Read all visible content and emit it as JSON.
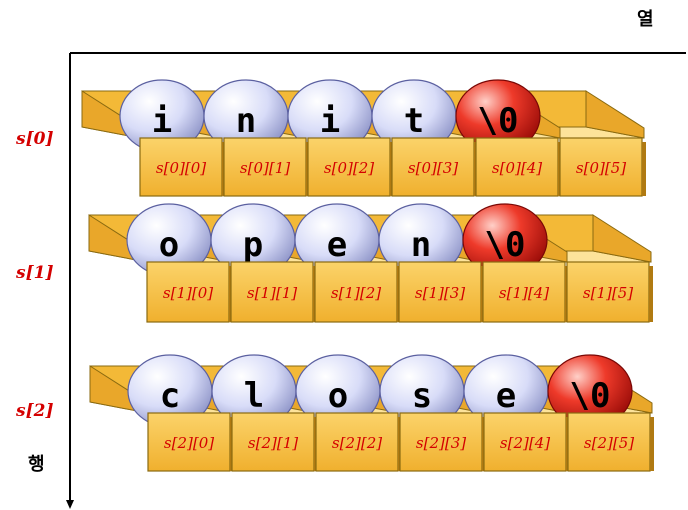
{
  "axis": {
    "column_label": "열",
    "row_label": "행"
  },
  "rows": [
    {
      "label": "s[0]",
      "chars": [
        "i",
        "n",
        "i",
        "t",
        "\\0",
        ""
      ],
      "cells": [
        "s[0][0]",
        "s[0][1]",
        "s[0][2]",
        "s[0][3]",
        "s[0][4]",
        "s[0][5]"
      ]
    },
    {
      "label": "s[1]",
      "chars": [
        "o",
        "p",
        "e",
        "n",
        "\\0",
        ""
      ],
      "cells": [
        "s[1][0]",
        "s[1][1]",
        "s[1][2]",
        "s[1][3]",
        "s[1][4]",
        "s[1][5]"
      ]
    },
    {
      "label": "s[2]",
      "chars": [
        "c",
        "l",
        "o",
        "s",
        "e",
        "\\0"
      ],
      "cells": [
        "s[2][0]",
        "s[2][1]",
        "s[2][2]",
        "s[2][3]",
        "s[2][4]",
        "s[2][5]"
      ]
    }
  ],
  "colors": {
    "box_front": "#f7c34a",
    "box_inner": "#fde39a",
    "box_edge": "#8a6a10",
    "ball_char": "#d8dcf8",
    "ball_null": "#e0201e",
    "label_red": "#d40000"
  }
}
